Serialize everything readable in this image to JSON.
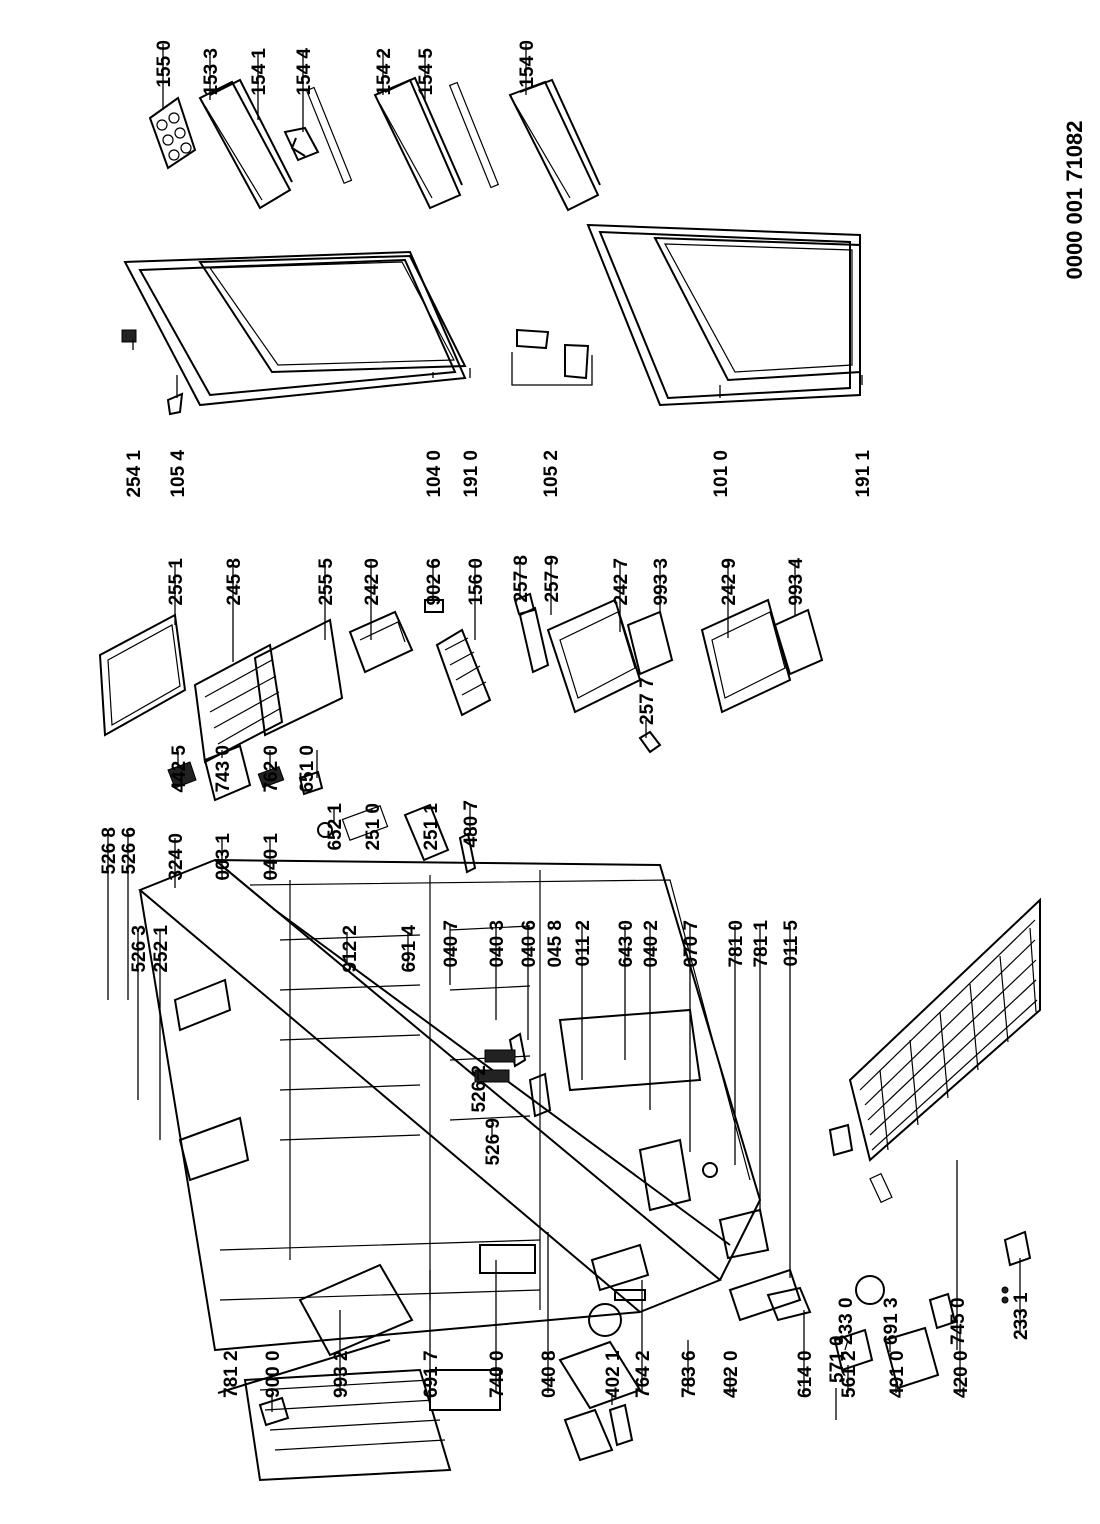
{
  "document_id": "0000 001 71082",
  "part_labels": [
    "155 0",
    "153 3",
    "154 1",
    "154 4",
    "154 2",
    "154 5",
    "154 0",
    "254 1",
    "105 4",
    "104 0",
    "191 0",
    "105 2",
    "101 0",
    "191 1",
    "255 1",
    "245 8",
    "255 5",
    "242 0",
    "902 6",
    "156 0",
    "257 8",
    "257 9",
    "242 7",
    "993 3",
    "242 9",
    "993 4",
    "257 7",
    "442 5",
    "743 0",
    "762 0",
    "651 0",
    "652 1",
    "251 0",
    "251 1",
    "480 7",
    "324 0",
    "003 1",
    "040 1",
    "912 2",
    "691 4",
    "040 7",
    "040 3",
    "040 6",
    "045 8",
    "011 2",
    "643 0",
    "040 2",
    "070 7",
    "781 0",
    "781 1",
    "011 5",
    "526 8",
    "526 6",
    "526 2",
    "526 9",
    "526 3",
    "252 1",
    "781 2",
    "900 0",
    "993 2",
    "691 7",
    "740 0",
    "040 8",
    "402 1",
    "764 2",
    "783 6",
    "402 0",
    "614 0",
    "561 2",
    "491 0",
    "420 0",
    "571 0",
    "233 0",
    "691 3",
    "745 0",
    "233 1"
  ]
}
